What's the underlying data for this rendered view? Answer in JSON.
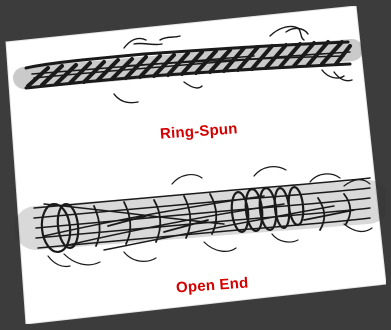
{
  "labels": {
    "ring_spun": "Ring-Spun",
    "open_end": "Open End"
  },
  "colors": {
    "background": "#3c3c3c",
    "card": "#ffffff",
    "ink": "#1a1a1a",
    "label": "#d40000"
  },
  "illustrations": {
    "top": "ring-spun-yarn",
    "bottom": "open-end-yarn"
  }
}
